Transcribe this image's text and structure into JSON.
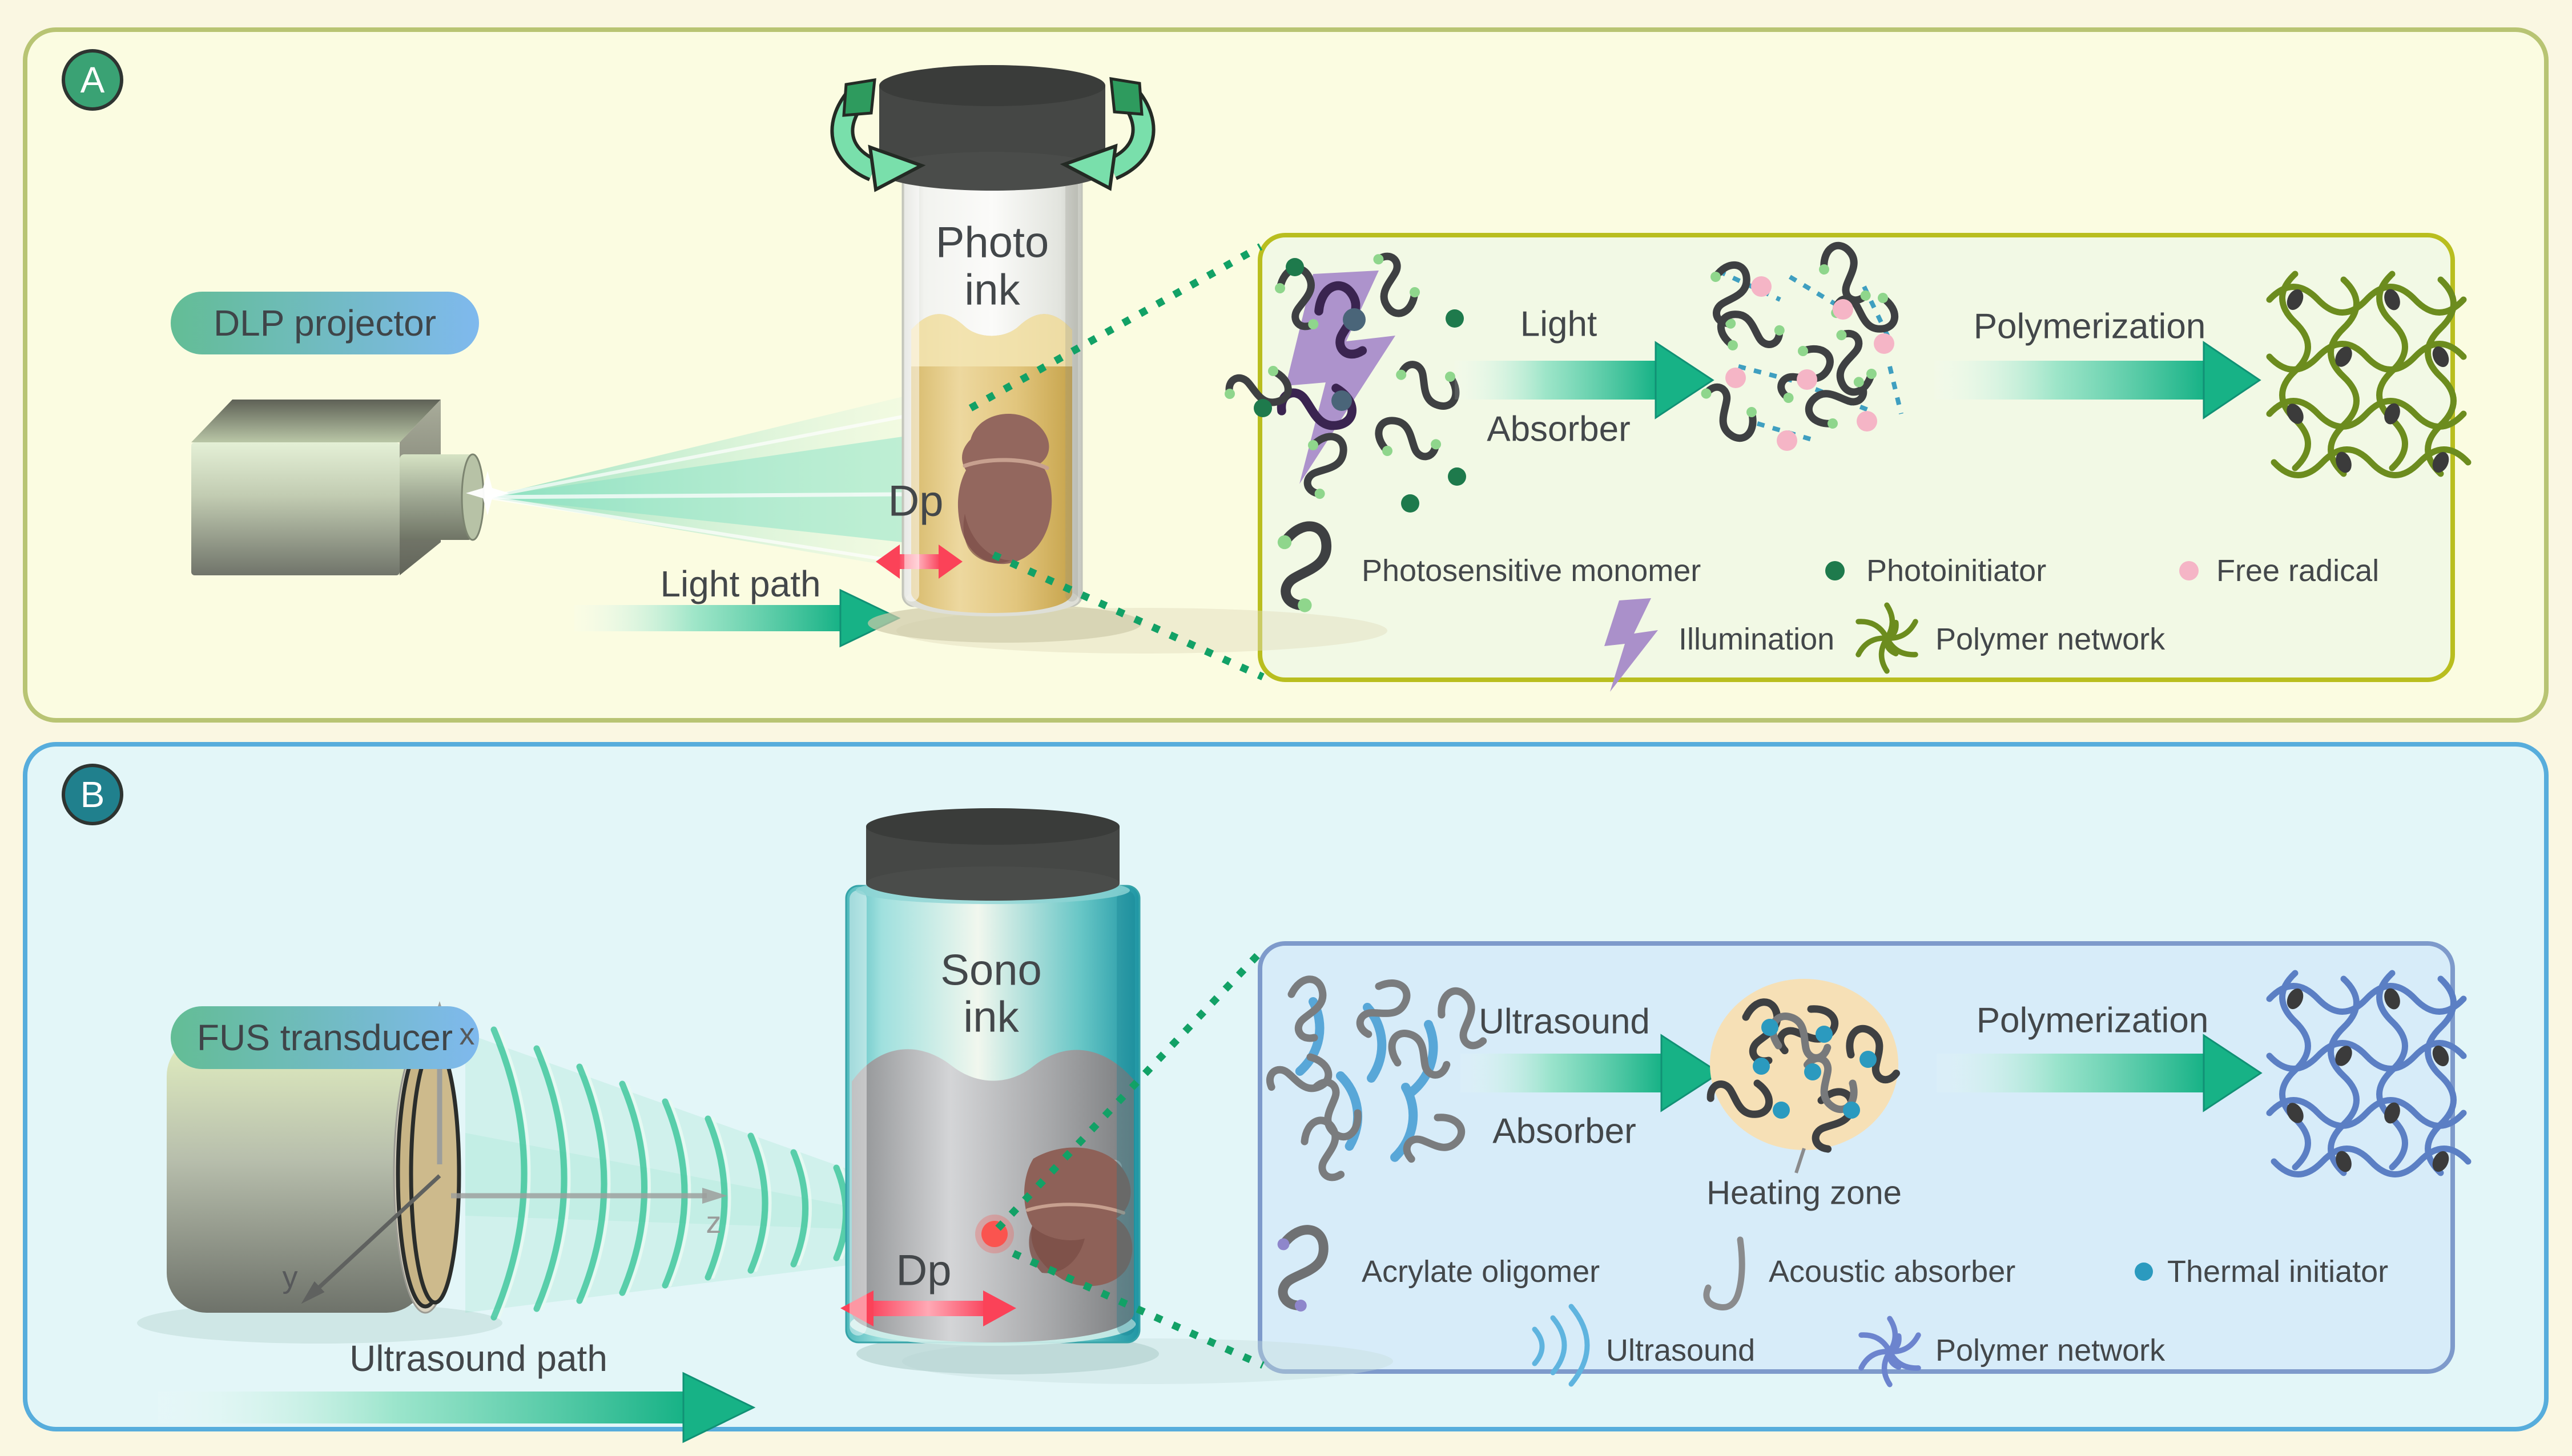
{
  "panel_a": {
    "label": "A",
    "device_badge": "DLP projector",
    "vial_label_line1": "Photo",
    "vial_label_line2": "ink",
    "depth_label": "Dp",
    "path_label": "Light path",
    "inset": {
      "step1_line1": "Light",
      "step1_line2": "Absorber",
      "step2": "Polymerization",
      "legend": [
        {
          "icon": "monomer-squiggle-icon",
          "label": "Photosensitive monomer"
        },
        {
          "icon": "photoinitiator-dot-icon",
          "label": "Photoinitiator"
        },
        {
          "icon": "free-radical-dot-icon",
          "label": "Free radical"
        },
        {
          "icon": "illumination-bolt-icon",
          "label": "Illumination"
        },
        {
          "icon": "polymer-network-icon",
          "label": "Polymer network"
        }
      ]
    }
  },
  "panel_b": {
    "label": "B",
    "device_badge": "FUS transducer",
    "vial_label_line1": "Sono",
    "vial_label_line2": "ink",
    "depth_label": "Dp",
    "path_label": "Ultrasound path",
    "axes": {
      "x": "x",
      "y": "y",
      "z": "z"
    },
    "inset": {
      "step1_line1": "Ultrasound",
      "step1_line2": "Absorber",
      "heating_zone_label": "Heating zone",
      "step2": "Polymerization",
      "legend": [
        {
          "icon": "oligomer-squiggle-icon",
          "label": "Acrylate oligomer"
        },
        {
          "icon": "acoustic-absorber-icon",
          "label": "Acoustic absorber"
        },
        {
          "icon": "thermal-initiator-dot-icon",
          "label": "Thermal initiator"
        },
        {
          "icon": "ultrasound-waves-icon",
          "label": "Ultrasound"
        },
        {
          "icon": "polymer-network-icon",
          "label": "Polymer network"
        }
      ]
    }
  },
  "colors": {
    "page_bg": "#FAF7E2",
    "panel_a_bg": "#FBFCE1",
    "panel_a_border": "#B8C473",
    "panel_b_bg": "#E3F6F8",
    "panel_b_border": "#57ADDC",
    "inset_a_bg": "#F2F9E5",
    "inset_a_border": "#B9BE1F",
    "inset_b_bg": "#D7ECF9",
    "inset_b_border": "#7E9ACB",
    "badge_a": "#3AA274",
    "badge_b": "#20808D",
    "green_arrow": "#17B286",
    "dotted_line": "#12A166",
    "dp_arrow": "#FB4A62",
    "photo_ink": "#E3C87F",
    "sono_ink": "#AEB0B2",
    "liver": "#8E6058",
    "focal_point": "#FA544F",
    "photoinitiator": "#1E7A4C",
    "free_radical": "#F5B5C6",
    "illumination": "#AA90CA",
    "network_a": "#6C8C1E",
    "network_b": "#5B7FC4",
    "thermal_initiator": "#2B9ABF",
    "heating_zone": "#F6E0B6"
  }
}
